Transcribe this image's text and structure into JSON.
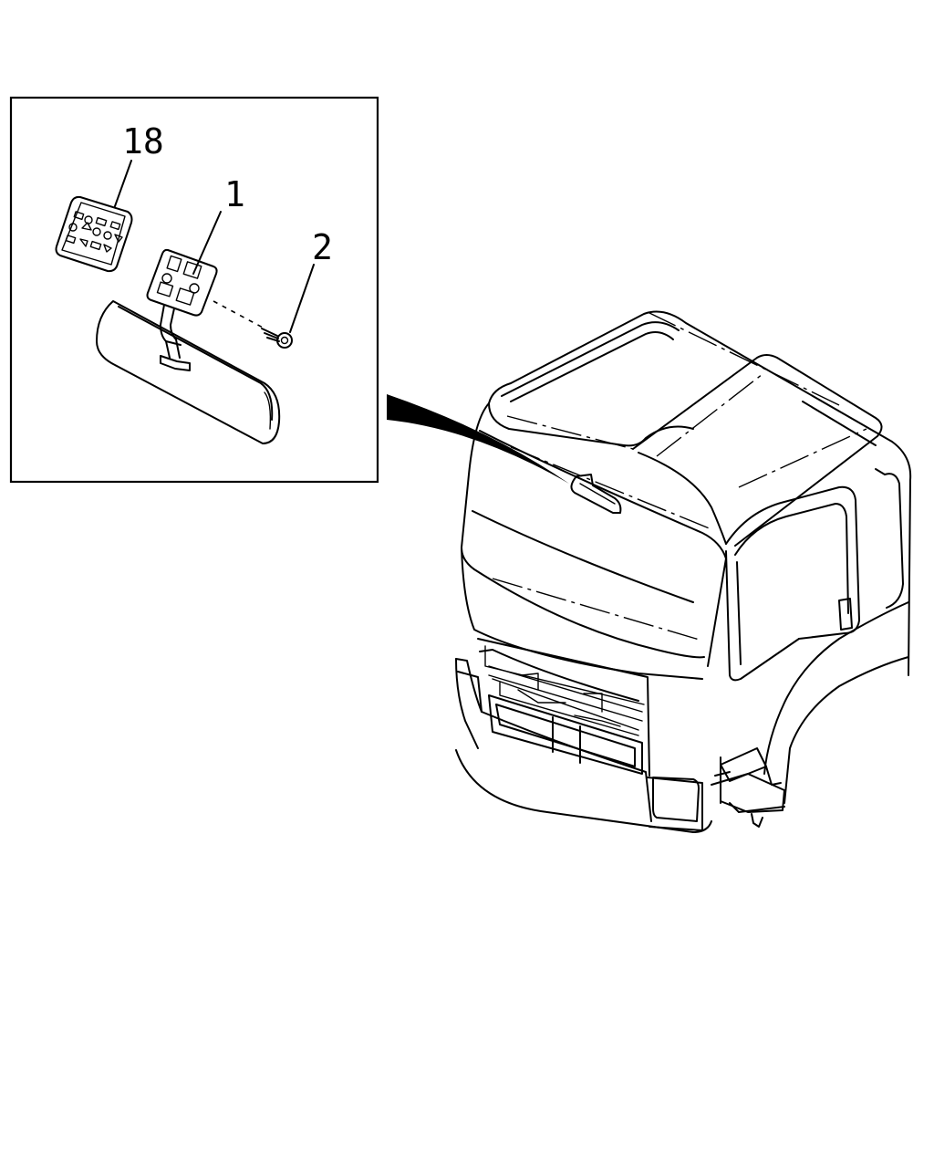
{
  "callouts": [
    {
      "label": "18"
    },
    {
      "label": "1"
    },
    {
      "label": "2"
    }
  ],
  "colors": {
    "line": "#000000",
    "background": "#ffffff"
  }
}
